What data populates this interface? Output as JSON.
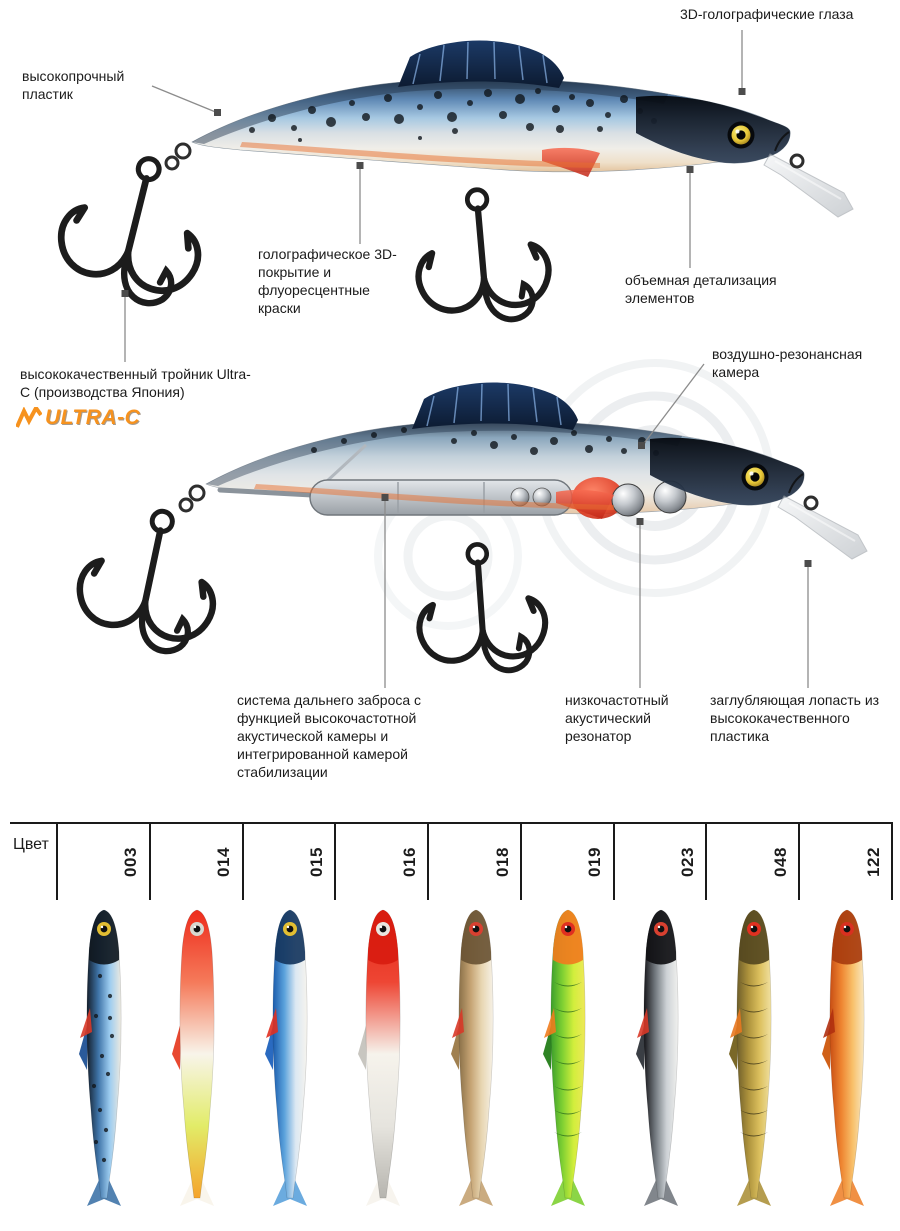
{
  "top_diagram": {
    "label_eyes": "3D-голографические глаза",
    "label_plastic": "высокопрочный пластик",
    "label_coating": "голографическое 3D-покрытие и флуоресцентные краски",
    "label_detail": "объемная детализация элементов",
    "label_hook": "высококачественный тройник Ultra-C (производства Япония)",
    "logo": "ULTRA-C",
    "logo_color": "#f6921e"
  },
  "cutaway_diagram": {
    "label_air": "воздушно-резонансная камера",
    "label_cast": "система дальнего заброса с функцией высокочастотной акустической камеры и интегрированной камерой стабилизации",
    "label_resonator": "низкочастотный акустический резонатор",
    "label_lip": "заглубляющая лопасть из высококачественного пластика"
  },
  "color_chart": {
    "row_label": "Цвет",
    "items": [
      {
        "code": "003",
        "direction": "across",
        "gradient": [
          "#141f2c",
          "#3f74a8",
          "#9cccf0",
          "#ece9e0"
        ],
        "head": "#10181f",
        "eye": "#e2be32",
        "accent": "#d83828",
        "pattern": "spots",
        "pattern_color": "#11161b",
        "fin": "#2a5a9a"
      },
      {
        "code": "014",
        "direction": "along",
        "gradient": [
          "#ee2c1c",
          "#f57a5a",
          "#f8f4ea",
          "#e2ec68",
          "#f5a42c"
        ],
        "head": null,
        "eye": "#d8d8d0",
        "accent": null,
        "pattern": "none",
        "pattern_color": null,
        "fin": "#e84830"
      },
      {
        "code": "015",
        "direction": "across",
        "gradient": [
          "#1b5cac",
          "#5ba2dc",
          "#dce8f2",
          "#f6f4ee"
        ],
        "head": "#16365e",
        "eye": "#e2be32",
        "accent": "#e03020",
        "pattern": "none",
        "pattern_color": null,
        "fin": "#2a6ac0"
      },
      {
        "code": "016",
        "direction": "along",
        "gradient": [
          "#e42414",
          "#ee4634",
          "#f6f3ec",
          "#e6e4de",
          "#b6b4ae"
        ],
        "head": "#d81c10",
        "eye": "#e8e6e0",
        "accent": null,
        "pattern": "none",
        "pattern_color": null,
        "fin": "#c8c6c0"
      },
      {
        "code": "018",
        "direction": "across",
        "gradient": [
          "#8a7048",
          "#c4a272",
          "#e8d6b2",
          "#f6f1e6"
        ],
        "head": "#6a5434",
        "eye": "#d84030",
        "accent": "#d83828",
        "pattern": "none",
        "pattern_color": null,
        "fin": "#a08050"
      },
      {
        "code": "019",
        "direction": "across",
        "gradient": [
          "#3c9e2c",
          "#7ed032",
          "#d2ee3c",
          "#eee858"
        ],
        "head": "#f07c1e",
        "eye": "#e03020",
        "accent": "#f07c1e",
        "pattern": "stripes",
        "pattern_color": "#1e5c1a",
        "fin": "#2e8424"
      },
      {
        "code": "023",
        "direction": "across",
        "gradient": [
          "#16161a",
          "#73797f",
          "#cdd2d6",
          "#f0f0ee"
        ],
        "head": "#101014",
        "eye": "#d84030",
        "accent": "#d83828",
        "pattern": "none",
        "pattern_color": null,
        "fin": "#3a3e44"
      },
      {
        "code": "048",
        "direction": "across",
        "gradient": [
          "#6e5e2a",
          "#ad923c",
          "#dcc05e",
          "#f0e0a0"
        ],
        "head": "#55481f",
        "eye": "#e03020",
        "accent": "#e87820",
        "pattern": "stripes",
        "pattern_color": "#2e2a12",
        "fin": "#7a6828"
      },
      {
        "code": "122",
        "direction": "across",
        "gradient": [
          "#c84e14",
          "#ee8430",
          "#f8c06a",
          "#f8e8c2"
        ],
        "head": "#a83c0e",
        "eye": "#d83020",
        "accent": "#b03010",
        "pattern": "none",
        "pattern_color": null,
        "fin": "#d06018"
      }
    ]
  }
}
